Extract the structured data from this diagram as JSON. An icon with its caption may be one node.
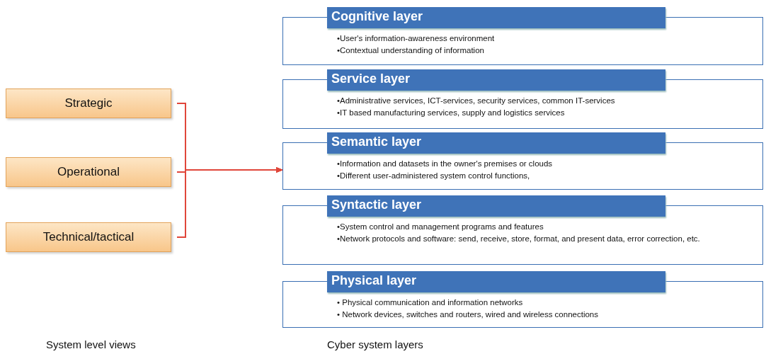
{
  "diagram": {
    "nodes": [
      {
        "text": [
          "Strategic"
        ]
      },
      {
        "text": [
          "Operational"
        ]
      },
      {
        "text": [
          "Technical/tactical"
        ]
      },
      {
        "text": [
          "Cognitive layer",
          "•User's information-awareness environment",
          "•Contextual understanding of information"
        ]
      },
      {
        "text": [
          "Service layer",
          "•Administrative services, ICT-services, security services, common IT-services",
          "•IT based manufacturing services, supply and logistics services"
        ]
      },
      {
        "text": [
          "Semantic layer",
          "•Information and datasets in the owner's premises or clouds",
          "•Different user-administered system control functions,"
        ]
      },
      {
        "text": [
          "Syntactic layer",
          "•System control and management programs and features",
          "•Network protocols and software: send, receive, store, format, and present data, error correction, etc."
        ]
      },
      {
        "text": [
          "Physical layer",
          "• Physical communication and information networks",
          "• Network devices, switches and routers, wired and wireless connections"
        ]
      }
    ],
    "edges": [
      {
        "from": 0,
        "to": 5,
        "arrow": "to"
      },
      {
        "from": 1,
        "to": 5,
        "arrow": "to"
      },
      {
        "from": 2,
        "to": 5,
        "arrow": "to"
      }
    ],
    "labels": [
      "System level views",
      "Cyber system layers"
    ]
  }
}
